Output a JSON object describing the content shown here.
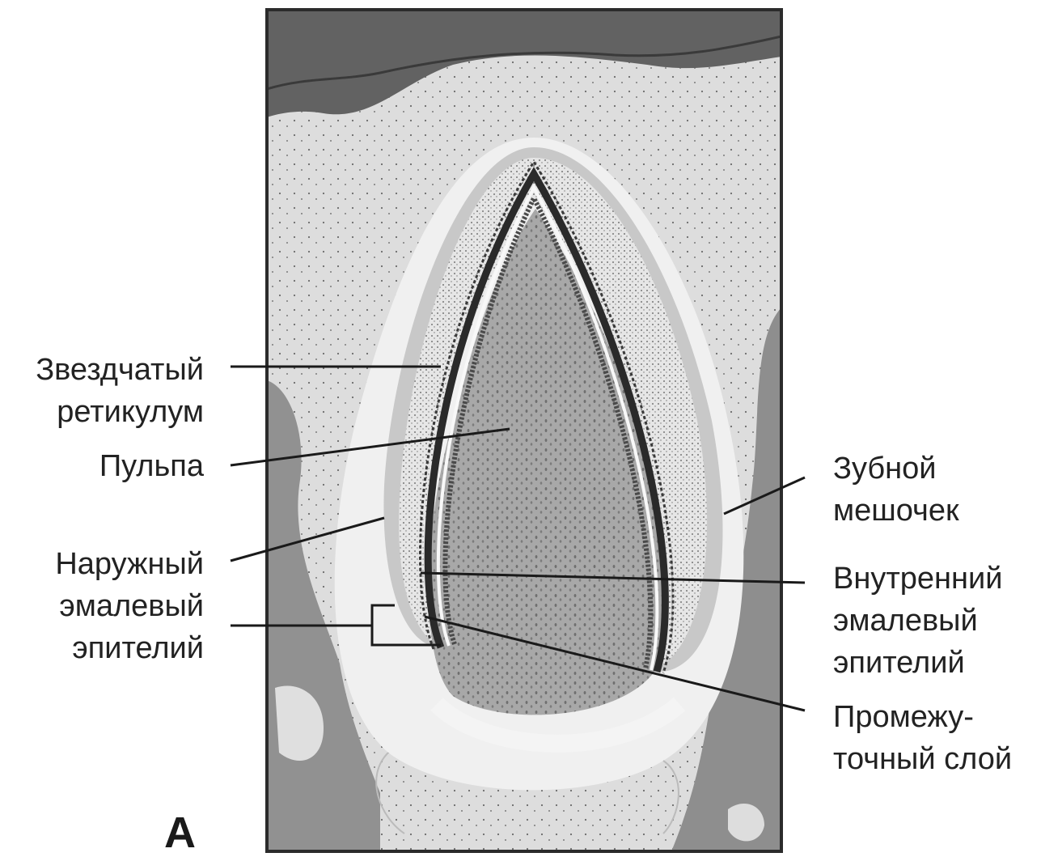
{
  "figure": {
    "panel_letter": "А",
    "labels": {
      "stellate_reticulum": [
        "Звездчатый",
        "ретикулум"
      ],
      "pulp": [
        "Пульпа"
      ],
      "outer_enamel_epithelium": [
        "Наружный",
        "эмалевый",
        "эпителий"
      ],
      "dental_follicle": [
        "Зубной",
        "мешочек"
      ],
      "inner_enamel_epithelium": [
        "Внутренний",
        "эмалевый",
        "эпителий"
      ],
      "intermediate_layer": [
        "Промежу-",
        "точный слой"
      ]
    }
  },
  "colors": {
    "frame": "#2b2b2b",
    "background_tissue": "#dcdcdc",
    "dark_tissue": "#8f8f8f",
    "epithelium_top": "#5a5a5a",
    "pale_halo": "#f2f2f2",
    "pulp": "#a9a9a9",
    "reticulum": "#e4e4e4",
    "epithelium_band": "#2a2a2a",
    "leader_line": "#1a1a1a"
  }
}
